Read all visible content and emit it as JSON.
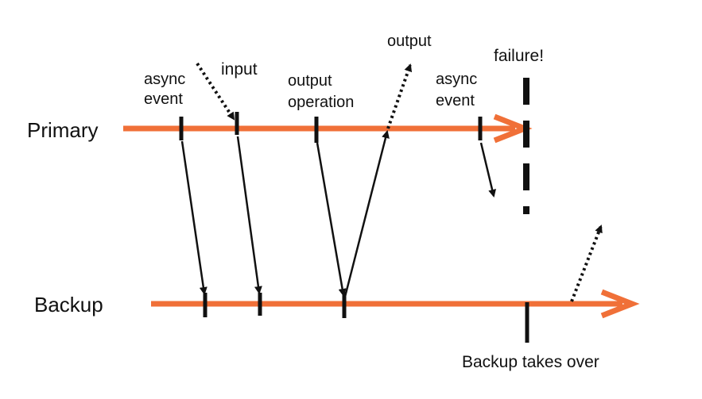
{
  "colors": {
    "timeline": "#f07038",
    "ink": "#111111",
    "background": "#ffffff"
  },
  "labels": {
    "primary": "Primary",
    "backup": "Backup",
    "async_event_1_line1": "async",
    "async_event_1_line2": "event",
    "input": "input",
    "output_operation_line1": "output",
    "output_operation_line2": "operation",
    "output": "output",
    "async_event_2_line1": "async",
    "async_event_2_line2": "event",
    "failure": "failure!",
    "backup_takes_over": "Backup takes over"
  }
}
